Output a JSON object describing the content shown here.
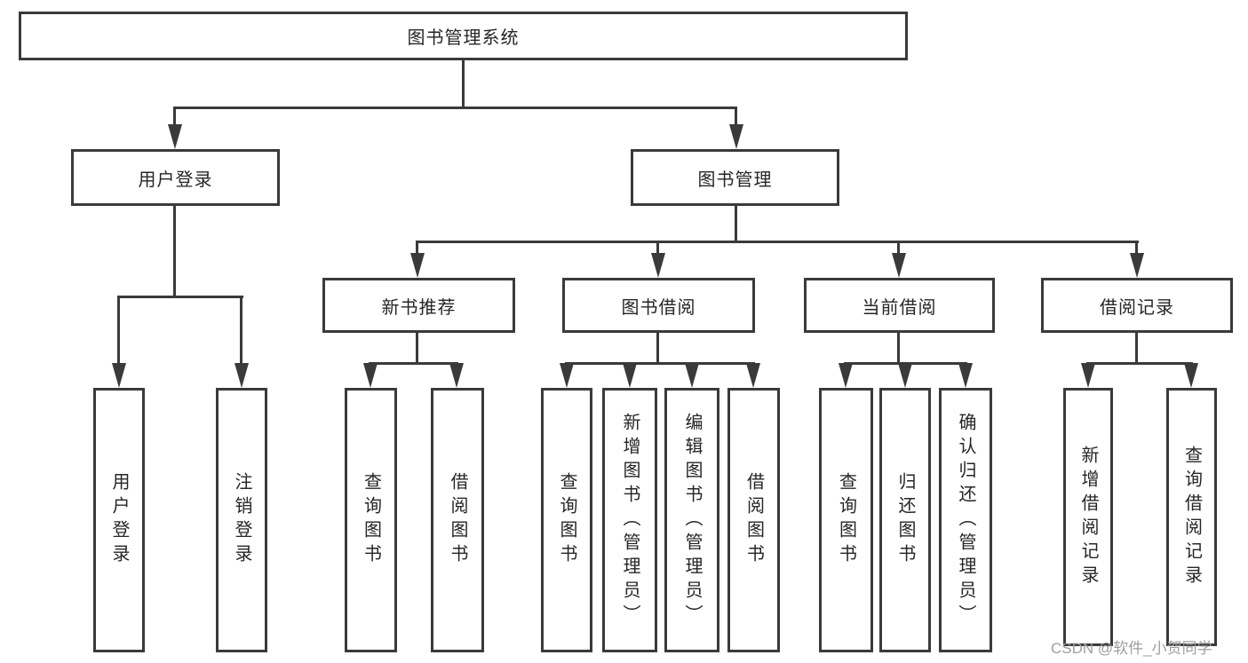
{
  "nodes": {
    "root": "图书管理系统",
    "level2": {
      "user_login": "用户登录",
      "book_management": "图书管理"
    },
    "level3": {
      "new_book_recommend": "新书推荐",
      "book_borrowing": "图书借阅",
      "current_borrowing": "当前借阅",
      "borrowing_records": "借阅记录"
    },
    "leaves": {
      "user_login": "用户登录",
      "logout": "注销登录",
      "query_books_recommend": "查询图书",
      "borrow_books_recommend": "借阅图书",
      "query_books_borrowing": "查询图书",
      "add_books_admin": "新增图书（管理员）",
      "edit_books_admin": "编辑图书（管理员）",
      "borrow_books_borrowing": "借阅图书",
      "query_books_current": "查询图书",
      "return_books": "归还图书",
      "confirm_return_admin": "确认归还（管理员）",
      "add_borrow_record": "新增借阅记录",
      "query_borrow_record": "查询借阅记录"
    }
  },
  "watermark": "CSDN @软件_小贺同学",
  "colors": {
    "line": "#3a3a3a",
    "text": "#262626",
    "box_background": "#ffffff",
    "page_background": "#ffffff",
    "watermark": "#9e9e9e"
  },
  "diagram_type": "hierarchy-tree"
}
